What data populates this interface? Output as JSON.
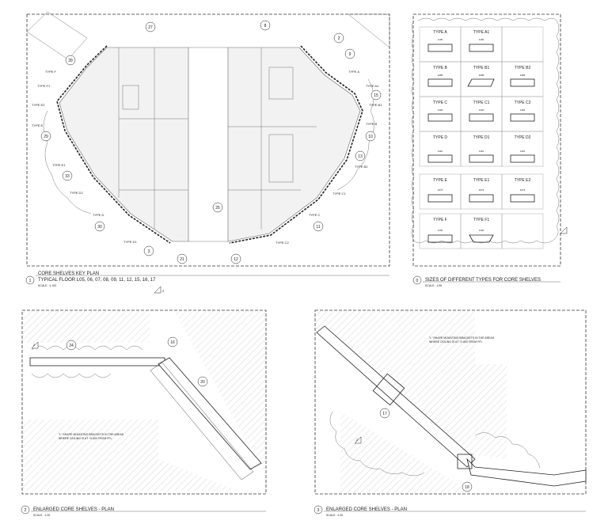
{
  "panel1": {
    "number": "1",
    "title_line1": "CORE SHELVES KEY PLAN",
    "title_line2": "TYPICAL FLOOR L05, 06, 07, 08, 09, 11, 12, 15, 16, 17",
    "scale": "SCALE : 1:100",
    "rev_tag": "2",
    "callouts": [
      "27",
      "8",
      "2",
      "28",
      "9",
      "15",
      "29",
      "10",
      "13",
      "33",
      "25",
      "30",
      "11",
      "3",
      "21",
      "12"
    ],
    "type_labels_left": [
      "TYPE F",
      "TYPE F1",
      "TYPE E2",
      "TYPE E",
      "TYPE E1",
      "TYPE D2",
      "TYPE D",
      "TYPE D1"
    ],
    "type_labels_right": [
      "TYPE A",
      "TYPE A1",
      "TYPE B1",
      "TYPE B",
      "TYPE B2",
      "TYPE C1",
      "TYPE C",
      "TYPE C2"
    ]
  },
  "panel0": {
    "number": "0",
    "title": "SIZES OF DIFFERENT TYPES FOR CORE SHELVES",
    "scale": "SCALE : 1:50",
    "rows": [
      [
        "TYPE A",
        "TYPE A1",
        ""
      ],
      [
        "TYPE B",
        "TYPE B1",
        "TYPE B2"
      ],
      [
        "TYPE C",
        "TYPE C1",
        "TYPE C2"
      ],
      [
        "TYPE D",
        "TYPE D1",
        "TYPE D2"
      ],
      [
        "TYPE E",
        "TYPE E1",
        "TYPE E2"
      ],
      [
        "TYPE F",
        "TYPE F1",
        ""
      ]
    ],
    "dims": [
      "1130",
      "1130",
      "1085",
      "1085",
      "1085",
      "1126",
      "1126",
      "1118",
      "1110",
      "1110",
      "1110",
      "1073",
      "1073",
      "1073",
      "1130",
      "1130"
    ]
  },
  "panel2": {
    "number": "2",
    "title": "ENLARGED CORE SHELVES - PLAN",
    "scale": "SCALE : 1:20",
    "rev_tag": "2",
    "callouts": [
      "24",
      "16",
      "20"
    ],
    "note_line1": "\"L\" SHAPE MOUNTING BRACKETS IN THE AREAS",
    "note_line2": "WHERE CEILING IS AT +2.600 FROM FFL"
  },
  "panel3": {
    "number": "3",
    "title": "ENLARGED CORE SHELVES - PLAN",
    "scale": "SCALE : 1:20",
    "rev_tag": "2",
    "callouts": [
      "17",
      "18"
    ],
    "note_line1": "\"L\" SHAPE MOUNTING BRACKETS IN THE AREAS",
    "note_line2": "WHERE CEILING IS AT +2.600 FROM FFL"
  }
}
